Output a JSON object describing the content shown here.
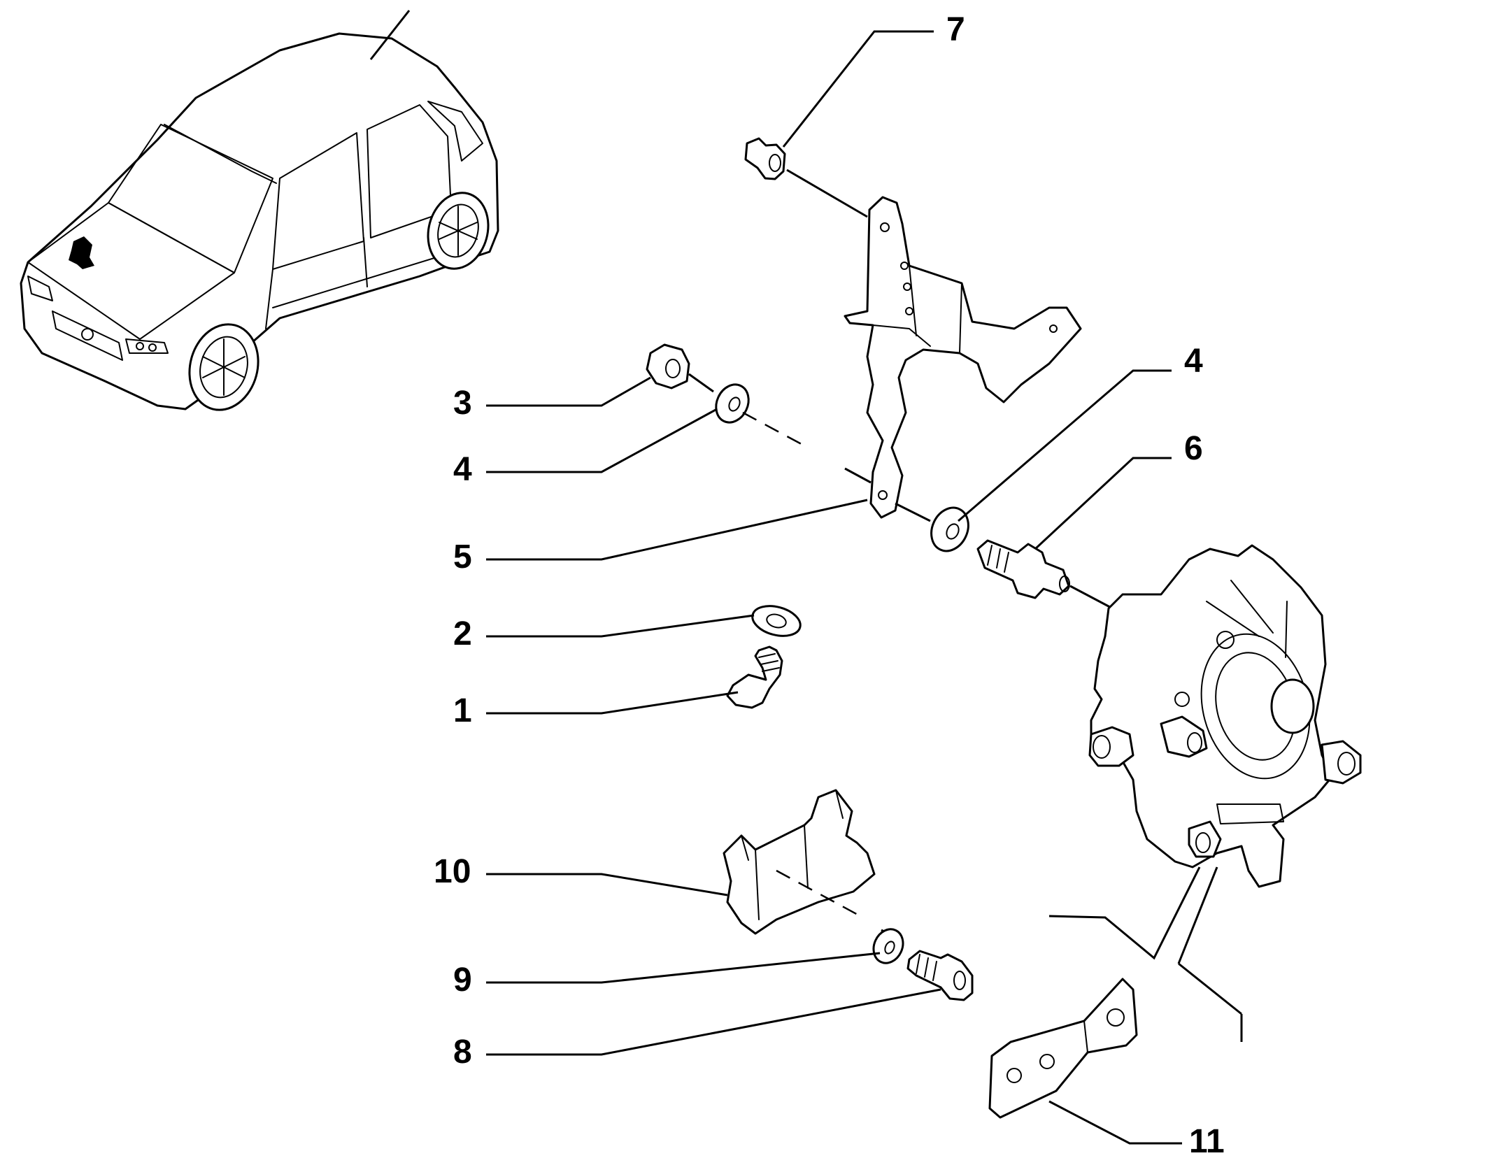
{
  "callouts": {
    "c1": "1",
    "c2": "2",
    "c3": "3",
    "c4a": "4",
    "c4b": "4",
    "c5": "5",
    "c6": "6",
    "c7": "7",
    "c8": "8",
    "c9": "9",
    "c10": "10",
    "c11": "11"
  }
}
